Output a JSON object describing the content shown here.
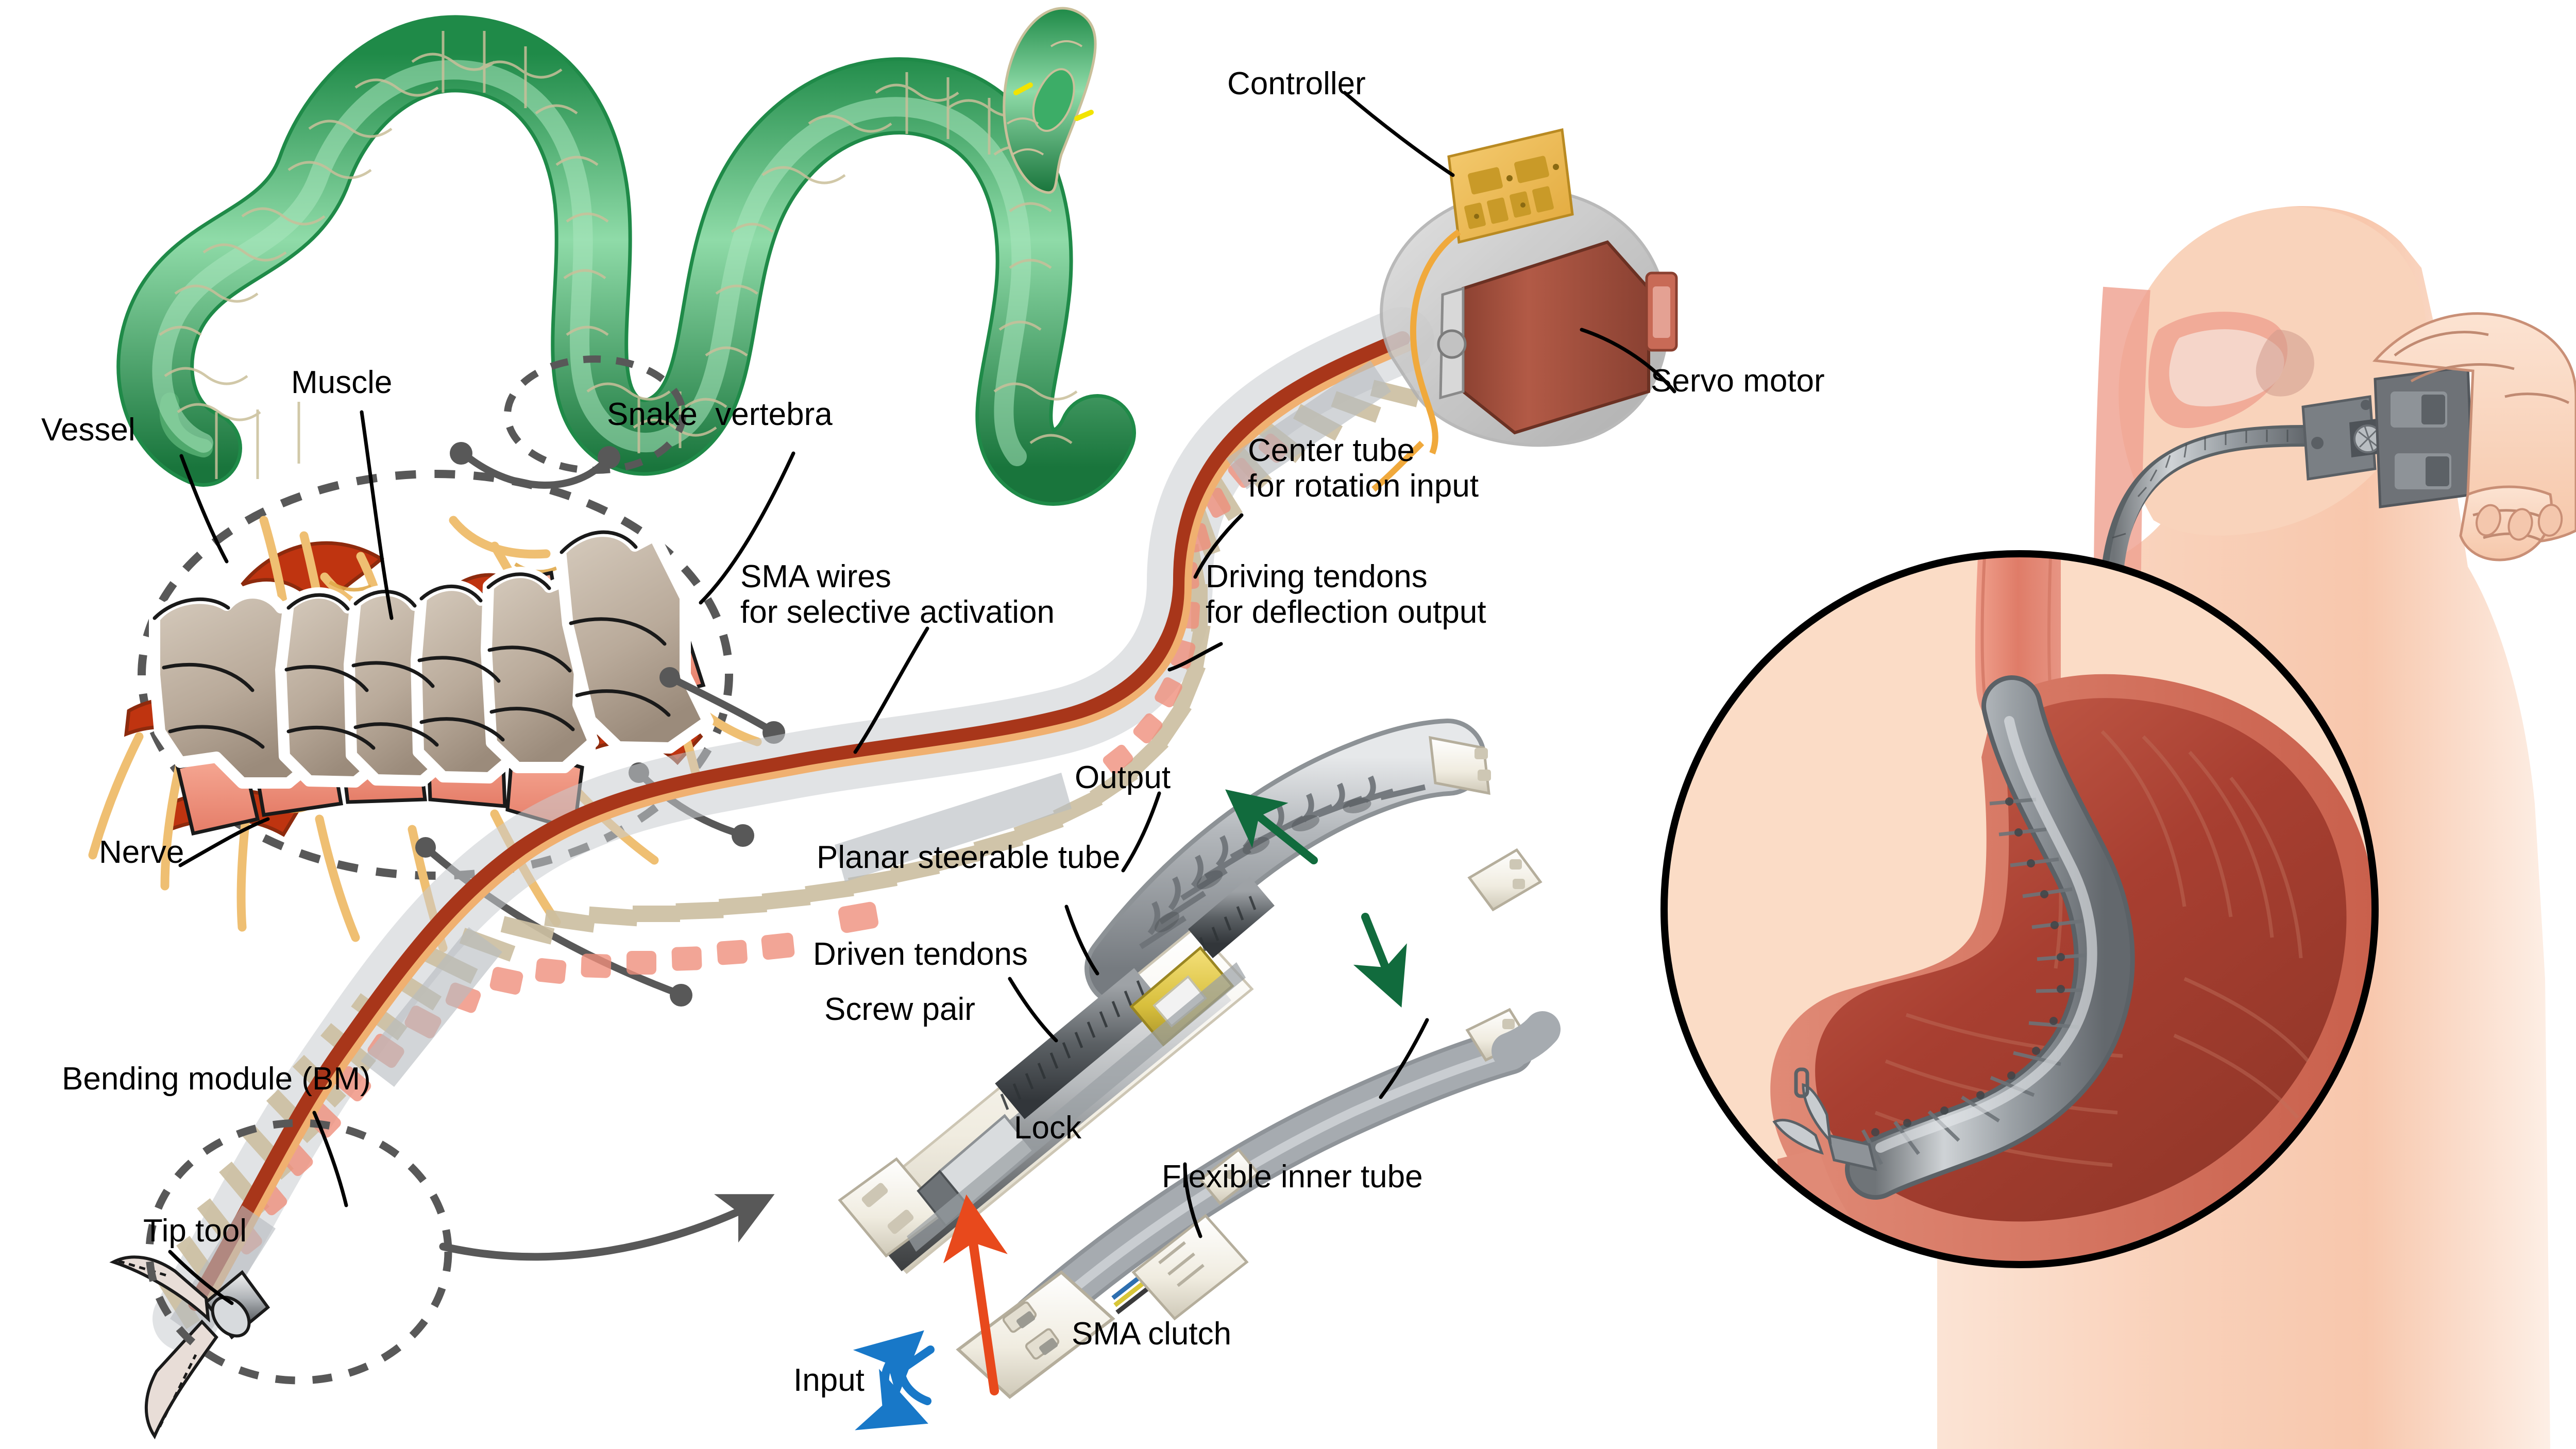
{
  "figure": {
    "title": "Snake-inspired steerable endoscopic robot — bio-inspiration, mechanism and clinical use",
    "panels": [
      "biological-inspiration",
      "robot-body",
      "transmission-mechanism-detail",
      "clinical-deployment"
    ]
  },
  "colors": {
    "snake_body": "#2fa05a",
    "snake_scale_line": "#c9bf9a",
    "snake_eye": "#f2e400",
    "bone": "#b9aa9a",
    "muscle": "#ef8f7c",
    "vessel": "#bf3410",
    "nerve": "#efbf72",
    "callout_dash": "#585858",
    "leader_line": "#000000",
    "tendon_red": "#a8361a",
    "tendon_orange": "#f0b070",
    "tube_grey": "#9fa2a6",
    "tube_light": "#c9ccd0",
    "segment_tan": "#ccbfa2",
    "body_skin": "#f8d4bd",
    "body_skin_edge": "#f3b89b",
    "stomach_wall": "#d9715c",
    "stomach_inner": "#a83f31",
    "esophagus": "#e08270",
    "scope_grey": "#8c9096",
    "scope_light": "#c6cace",
    "handle_grey": "#6e7277",
    "servo_body": "#a8503e",
    "controller_pcb": "#f0bf55",
    "housing_grey": "#c4c4c4",
    "output_arrow_green": "#116b3d",
    "lock_arrow_orange": "#e8491c",
    "input_arrow_blue": "#1878c8",
    "screw_pair_yellow": "#e8cf52"
  },
  "labels": {
    "vessel": "Vessel",
    "muscle": "Muscle",
    "snake_vertebra": "Snake  vertebra",
    "nerve": "Nerve",
    "sma_wires": "SMA wires\nfor selective activation",
    "bending_module": "Bending module (BM)",
    "tip_tool": "Tip tool",
    "controller": "Controller",
    "servo_motor": "Servo motor",
    "center_tube": "Center tube\nfor rotation input",
    "driving_tendons": "Driving tendons\nfor deflection output",
    "output": "Output",
    "planar_steerable_tube": "Planar steerable tube",
    "driven_tendons": "Driven tendons",
    "screw_pair": "Screw pair",
    "lock": "Lock",
    "flexible_inner_tube": "Flexible inner tube",
    "sma_clutch": "SMA clutch",
    "input": "Input"
  }
}
